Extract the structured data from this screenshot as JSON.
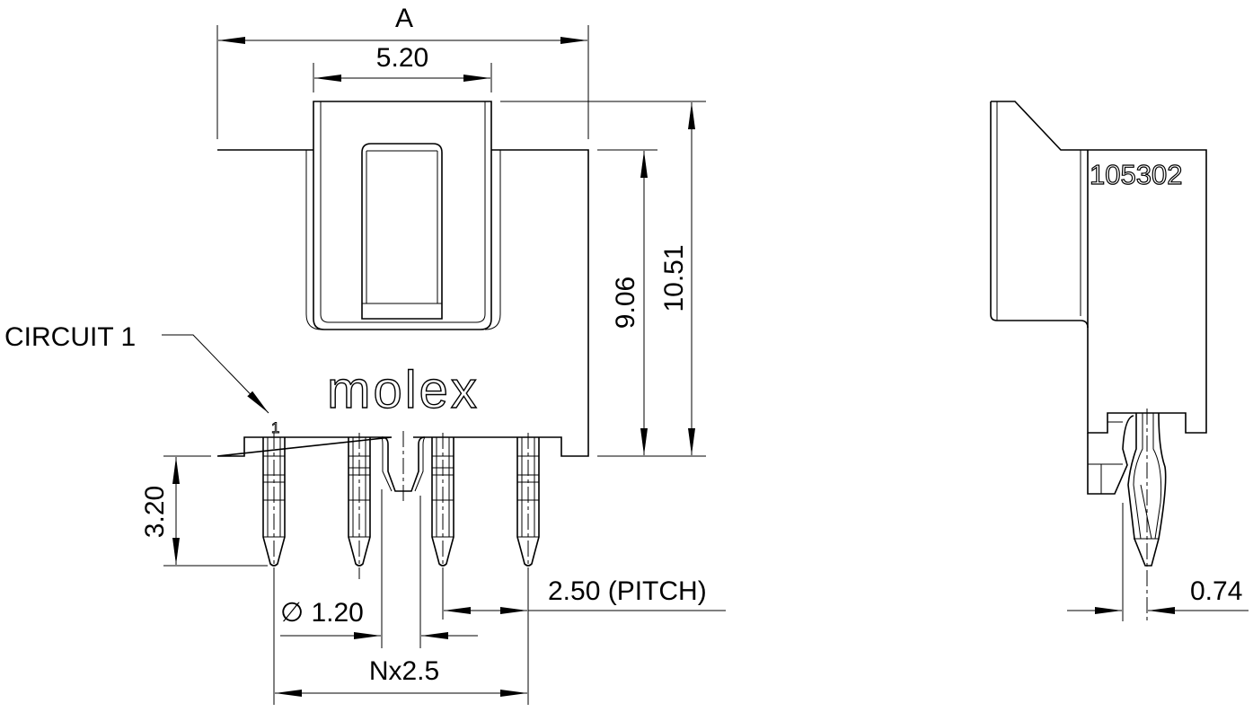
{
  "front_view": {
    "dim_a": "A",
    "dim_latch_width": "5.20",
    "dim_body_height": "9.06",
    "dim_total_height": "10.51",
    "dim_pin_length": "3.20",
    "circuit_label": "CIRCUIT 1",
    "circuit_marker": "1",
    "logo": "molex",
    "dim_peg_diameter": "∅ 1.20",
    "dim_pitch": "2.50 (PITCH)",
    "dim_span": "Nx2.5"
  },
  "side_view": {
    "part_number": "105302",
    "dim_pin_width": "0.74"
  }
}
